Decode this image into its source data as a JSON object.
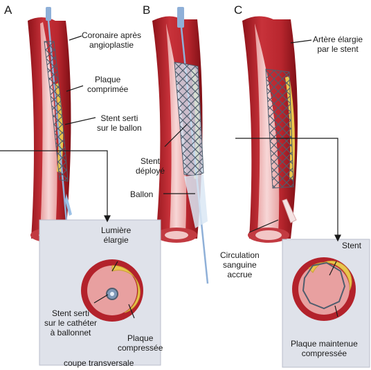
{
  "panels": [
    "A",
    "B",
    "C"
  ],
  "labels": {
    "coronaire": [
      "Coronaire après",
      "angioplastie"
    ],
    "plaque_comprimee": [
      "Plaque",
      "comprimée"
    ],
    "stent_serti_ballon": [
      "Stent serti",
      "sur le ballon"
    ],
    "stent_deploye": [
      "Stent",
      "déployé"
    ],
    "ballon": "Ballon",
    "artere_elargie": [
      "Artère élargie",
      "par le stent"
    ],
    "lumiere_elargie": [
      "Lumière",
      "élargie"
    ],
    "stent_serti_catheter": [
      "Stent serti",
      "sur le cathéter",
      "à ballonnet"
    ],
    "plaque_compressee": [
      "Plaque",
      "compressée"
    ],
    "coupe_transversale": "coupe transversale",
    "circulation": [
      "Circulation",
      "sanguine",
      "accrue"
    ],
    "stent": "Stent",
    "plaque_maintenue": [
      "Plaque maintenue",
      "compressée"
    ]
  },
  "colors": {
    "artery_outer": "#b3222b",
    "artery_inner": "#e8a0a0",
    "lumen": "#f3c9c9",
    "plaque": "#e9c64d",
    "stent_mesh": "#5a6a7a",
    "catheter": "#8fb0d8",
    "inset_bg": "#dfe2ea"
  }
}
